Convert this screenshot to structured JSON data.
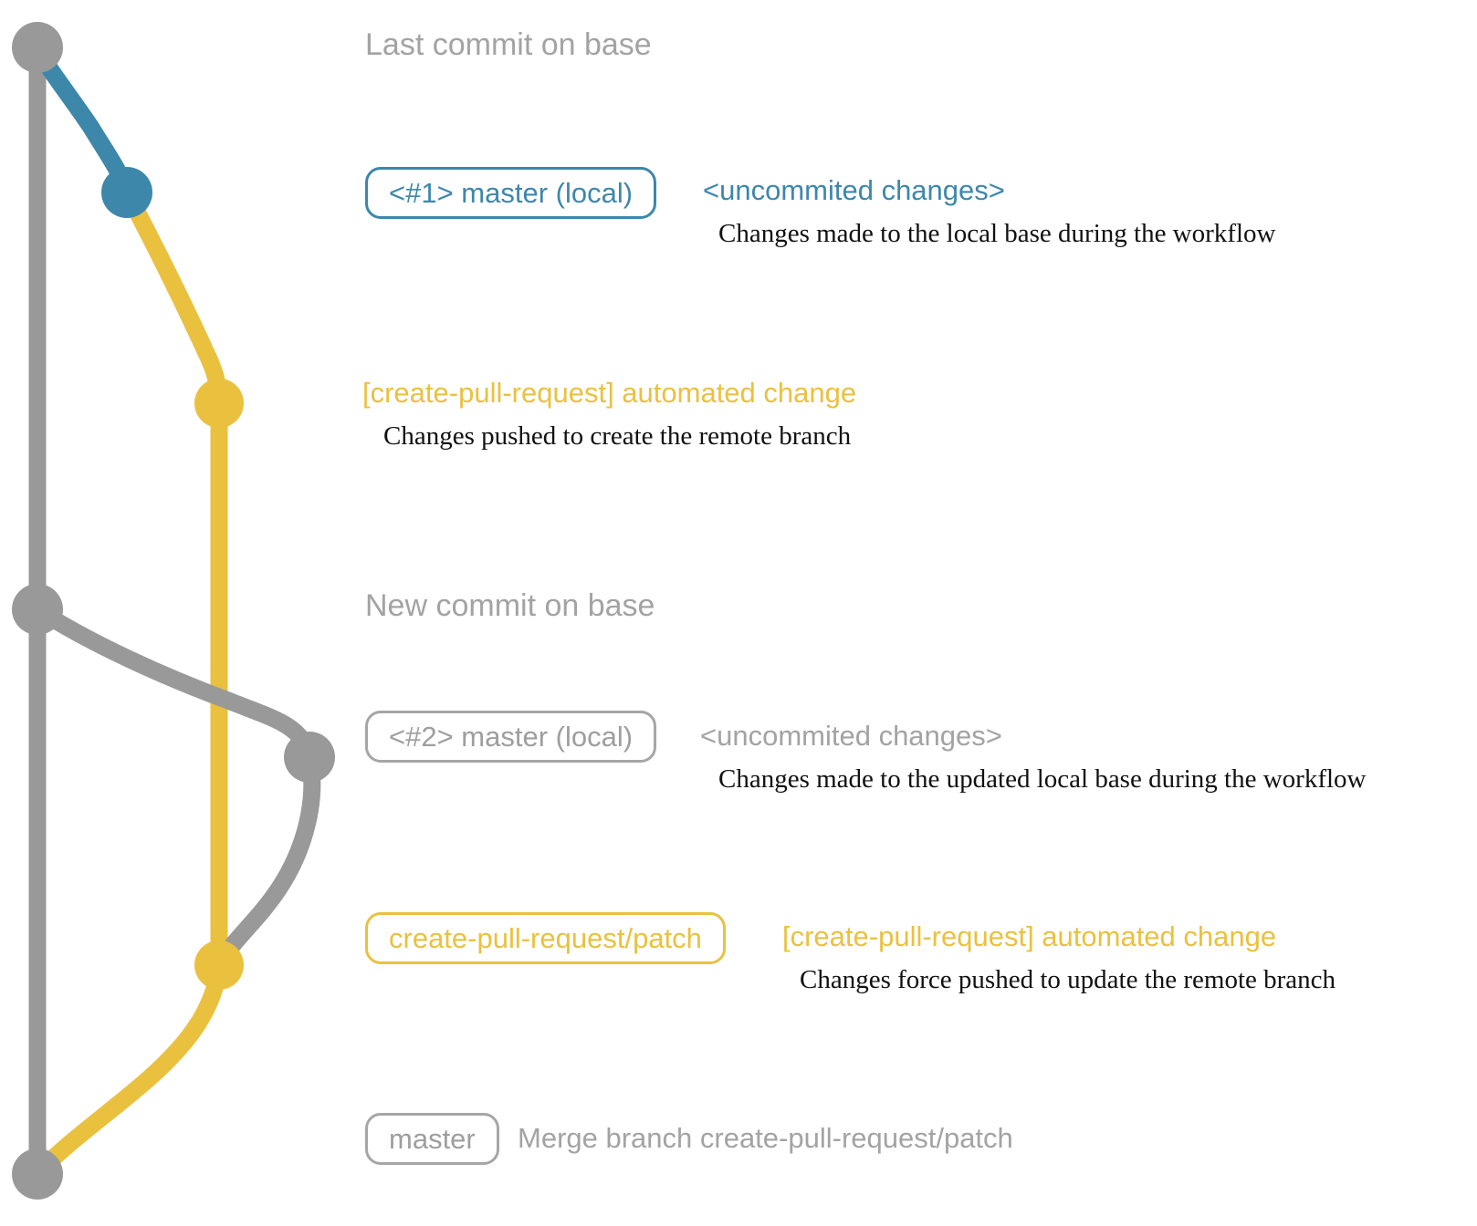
{
  "colors": {
    "base_gray": "#999999",
    "text_gray": "#a3a3a3",
    "badge_gray": "#9e9e9e",
    "blue": "#3d87ab",
    "yellow": "#eac13f",
    "desc_black": "#111111"
  },
  "rows": [
    {
      "type": "note",
      "node_color": "gray",
      "text": "Last commit on base"
    },
    {
      "type": "commit",
      "node_color": "blue",
      "badge": "<#1> master (local)",
      "message": "<uncommited changes>",
      "description": "Changes made to the local base during the workflow"
    },
    {
      "type": "commit",
      "node_color": "yellow",
      "message": "[create-pull-request] automated change",
      "description": "Changes pushed to create the remote branch"
    },
    {
      "type": "note",
      "node_color": "gray",
      "text": "New commit on base"
    },
    {
      "type": "commit",
      "node_color": "gray",
      "badge": "<#2> master (local)",
      "message": "<uncommited changes>",
      "description": "Changes made to the updated local base during the workflow"
    },
    {
      "type": "commit",
      "node_color": "yellow",
      "badge": "create-pull-request/patch",
      "message": "[create-pull-request] automated change",
      "description": "Changes force pushed to update the remote branch"
    },
    {
      "type": "commit",
      "node_color": "gray",
      "badge": "master",
      "message": "Merge branch create-pull-request/patch"
    }
  ]
}
